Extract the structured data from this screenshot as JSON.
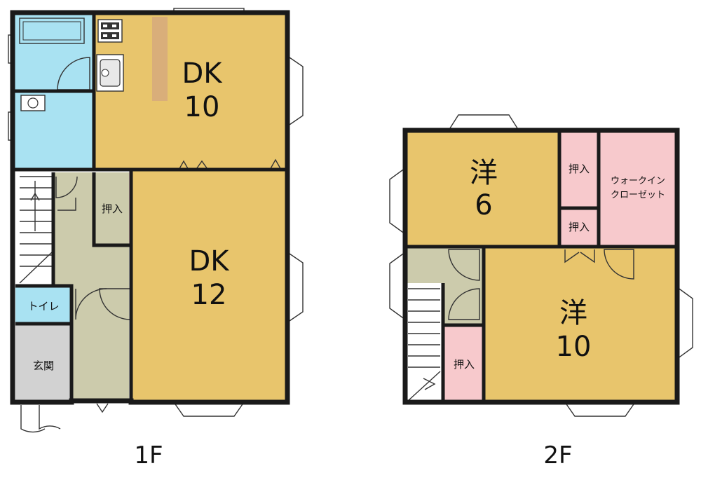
{
  "floor1": {
    "label": "1F",
    "rooms": {
      "dk10": {
        "name": "DK",
        "size": "10"
      },
      "dk12": {
        "name": "DK",
        "size": "12"
      },
      "closet": "押入",
      "toilet": "トイレ",
      "entrance": "玄関"
    }
  },
  "floor2": {
    "label": "2F",
    "rooms": {
      "western6": {
        "name": "洋",
        "size": "6"
      },
      "western10": {
        "name": "洋",
        "size": "10"
      },
      "closet_top": "押入",
      "closet_mid": "押入",
      "closet_stairs": "押入",
      "walkin_line1": "ウォークイン",
      "walkin_line2": "クローゼット"
    }
  },
  "colors": {
    "room": "#e8c56c",
    "bath": "#a9e2f2",
    "closet": "#f7c9cc",
    "hall": "#cccbac",
    "entrance": "#d2d2d2",
    "counter": "#d9ae7a",
    "wall": "#1a1a1a"
  }
}
